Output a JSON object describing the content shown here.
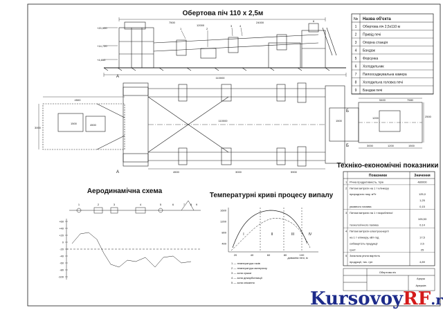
{
  "titles": {
    "main": "Обертова піч 110 х 2,5м",
    "aero": "Аеродинамічна схема",
    "temp": "Температурні криві процесу випалу",
    "tech": "Техніко-економічні показники"
  },
  "legend": {
    "col_no": "№",
    "col_name": "Назва об'єкта",
    "rows": [
      {
        "n": "1",
        "name": "Обертова піч 2,5х110 м"
      },
      {
        "n": "2",
        "name": "Привід печі"
      },
      {
        "n": "3",
        "name": "Опорна станція"
      },
      {
        "n": "4",
        "name": "Бандаж"
      },
      {
        "n": "5",
        "name": "Форсунка"
      },
      {
        "n": "6",
        "name": "Холодильник"
      },
      {
        "n": "7",
        "name": "Пилоосаджувальна камера"
      },
      {
        "n": "8",
        "name": "Холодильна головка печі"
      },
      {
        "n": "9",
        "name": "Бандаж печі"
      }
    ]
  },
  "dims": {
    "total_len": "110000",
    "mid_len": "110000",
    "elev_top": "+20,900",
    "elev_mid": "+14,720",
    "elev_low": "+4,650",
    "d1": "7500",
    "d2": "12000",
    "d3": "24000",
    "d4": "4500",
    "d5": "3000",
    "d6": "1500",
    "d7": "4500",
    "d8": "3000",
    "d9": "1200",
    "d10": "1500",
    "d11": "5400",
    "d12": "2500",
    "d13": "7580",
    "d14": "1200",
    "d15": "1500",
    "d16": "4500",
    "d17": "3000",
    "d18": "5900"
  },
  "section_marks": {
    "a": "А",
    "a1": "A-A",
    "b": "Б",
    "b1": "Б"
  },
  "tech_table": {
    "head_name": "Показники",
    "head_val": "Значення",
    "rows": [
      {
        "n": "1",
        "name": "Річна продуктивність, т/рік",
        "val": "480000"
      },
      {
        "n": "2",
        "name": "Питомі витрати на 1 т клінкеру",
        "val": ""
      },
      {
        "n": "",
        "name": "природного газу, м³/т",
        "val": "125,0"
      },
      {
        "n": "",
        "name": "",
        "val": "1,25"
      },
      {
        "n": "",
        "name": "умовного палива",
        "val": "0,15"
      },
      {
        "n": "3",
        "name": "Питомі витрати на 1 т виробленої",
        "val": ""
      },
      {
        "n": "",
        "name": "",
        "val": "105,53"
      },
      {
        "n": "",
        "name": "технологічного палива",
        "val": "0,14"
      },
      {
        "n": "4",
        "name": "Питомі витрати електроенергії",
        "val": ""
      },
      {
        "n": "",
        "name": "на 1 т клінкеру, кВт·год",
        "val": "17,5"
      },
      {
        "n": "",
        "name": "собівартість продукції",
        "val": "2,5"
      },
      {
        "n": "",
        "name": "грн/т",
        "val": "25"
      },
      {
        "n": "5",
        "name": "Загальна річна вартість",
        "val": ""
      },
      {
        "n": "",
        "name": "продукції, тис. грн",
        "val": "4,89"
      }
    ]
  },
  "temp_legend": [
    "1 — температура газів",
    "2 — температура матеріалу",
    "3 — зона сушки",
    "4 — зона декарбонізації",
    "5 — зона спікання"
  ],
  "temp_axis": {
    "y_ticks": [
      "1600",
      "1200",
      "800",
      "400"
    ],
    "x_ticks": [
      "20",
      "40",
      "60",
      "80",
      "100"
    ],
    "x_label": "довжина печі, м",
    "zones": [
      "I",
      "II",
      "III",
      "IV"
    ]
  },
  "aero_points": [
    "1",
    "2",
    "3",
    "4",
    "5",
    "6",
    "7",
    "8",
    "9"
  ],
  "aero_y_ticks": [
    "+60",
    "+40",
    "+20",
    "0",
    "-20",
    "-40",
    "-60",
    "-80",
    "-100"
  ],
  "title_block": {
    "doc": "Обертова піч",
    "sheet": "Аркуш",
    "sheets": "Аркушів"
  },
  "watermark": {
    "left": "Kursovoy",
    "accent": "RF",
    "right": ".ru"
  },
  "colors": {
    "line": "#1a1a1a",
    "wm_dark": "#1d2b8a",
    "wm_accent": "#d41a1a"
  }
}
